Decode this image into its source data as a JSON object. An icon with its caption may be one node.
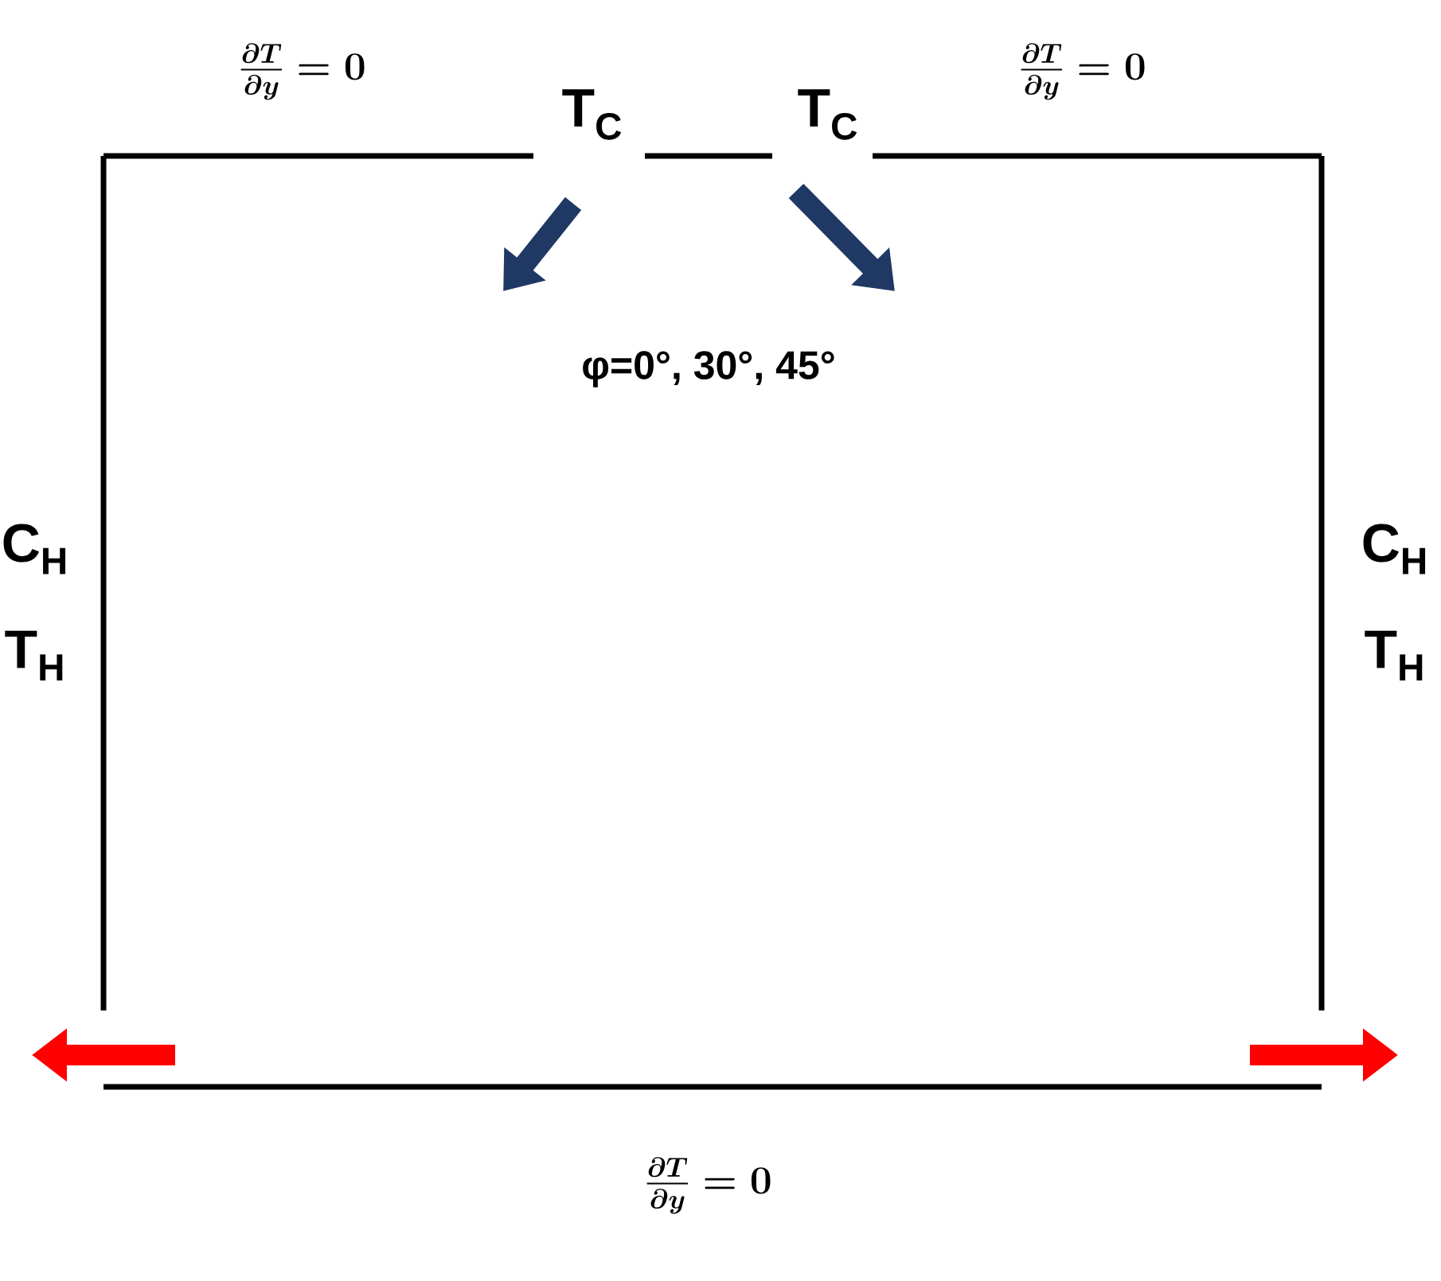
{
  "diagram": {
    "labels": [
      "\\frac{\\partial T}{\\partial y}=0",
      "T$_{C}$",
      "T$_{C}$",
      "\\frac{\\partial T}{\\partial y}=0",
      "φ=0°, 30°, 45°",
      "C$_{H}$",
      "C$_{H}$",
      "T$_{H}$",
      "T$_{H}$",
      "\\frac{\\partial T}{\\partial y}=0"
    ]
  }
}
